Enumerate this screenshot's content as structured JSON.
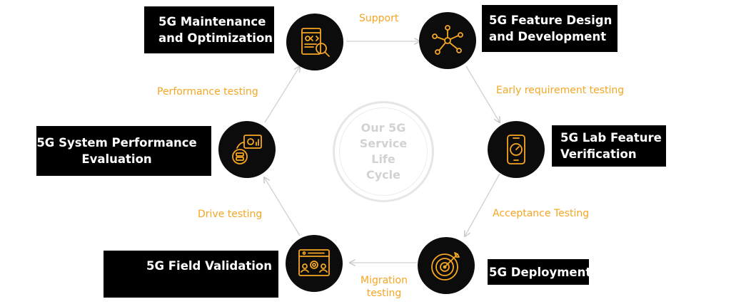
{
  "diagram": {
    "center": {
      "lines": [
        "Our 5G",
        "Service Life",
        "Cycle"
      ]
    },
    "stages": [
      {
        "id": "maintenance",
        "lines": [
          "5G Maintenance",
          "and Optimization"
        ],
        "icon": "code-screen-magnifier-icon"
      },
      {
        "id": "feature-design",
        "lines": [
          "5G Feature Design",
          "and Development"
        ],
        "icon": "network-node-icon"
      },
      {
        "id": "lab-verification",
        "lines": [
          "5G Lab Feature",
          "Verification"
        ],
        "icon": "mobile-dial-icon"
      },
      {
        "id": "deployment",
        "lines": [
          "5G Deployment"
        ],
        "icon": "target-arrow-icon"
      },
      {
        "id": "field-validation",
        "lines": [
          "5G Field Validation"
        ],
        "icon": "monitor-gear-users-icon"
      },
      {
        "id": "performance-evaluation",
        "lines": [
          "5G System Performance",
          "Evaluation"
        ],
        "icon": "server-chart-gear-icon"
      }
    ],
    "edges": [
      {
        "from": "maintenance",
        "to": "feature-design",
        "lines": [
          "Support"
        ]
      },
      {
        "from": "feature-design",
        "to": "lab-verification",
        "lines": [
          "Early requirement testing"
        ]
      },
      {
        "from": "lab-verification",
        "to": "deployment",
        "lines": [
          "Acceptance Testing"
        ]
      },
      {
        "from": "deployment",
        "to": "field-validation",
        "lines": [
          "Migration",
          "testing"
        ]
      },
      {
        "from": "field-validation",
        "to": "performance-evaluation",
        "lines": [
          "Drive testing"
        ]
      },
      {
        "from": "performance-evaluation",
        "to": "maintenance",
        "lines": [
          "Performance testing"
        ]
      }
    ]
  },
  "colors": {
    "accent": "#f5a623",
    "node": "#0c0c0c",
    "label_bg": "#000000",
    "center_text": "#d2d2d2",
    "connector": "#d0d0d0"
  }
}
